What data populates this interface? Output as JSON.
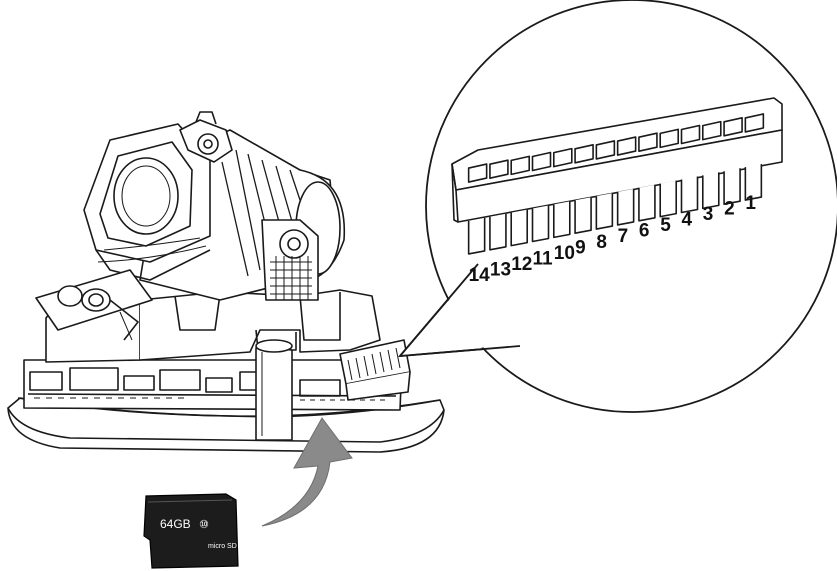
{
  "diagram": {
    "terminal_pins": [
      "14",
      "13",
      "12",
      "11",
      "10",
      "9",
      "8",
      "7",
      "6",
      "5",
      "4",
      "3",
      "2",
      "1"
    ],
    "sd_card": {
      "capacity": "64GB",
      "class_mark": "⑩",
      "logo_text": "micro SD"
    },
    "colors": {
      "line": "#1a1a1a",
      "fill": "#ffffff",
      "card": "#1c1c1c",
      "arrow": "#8a8a8a"
    }
  }
}
